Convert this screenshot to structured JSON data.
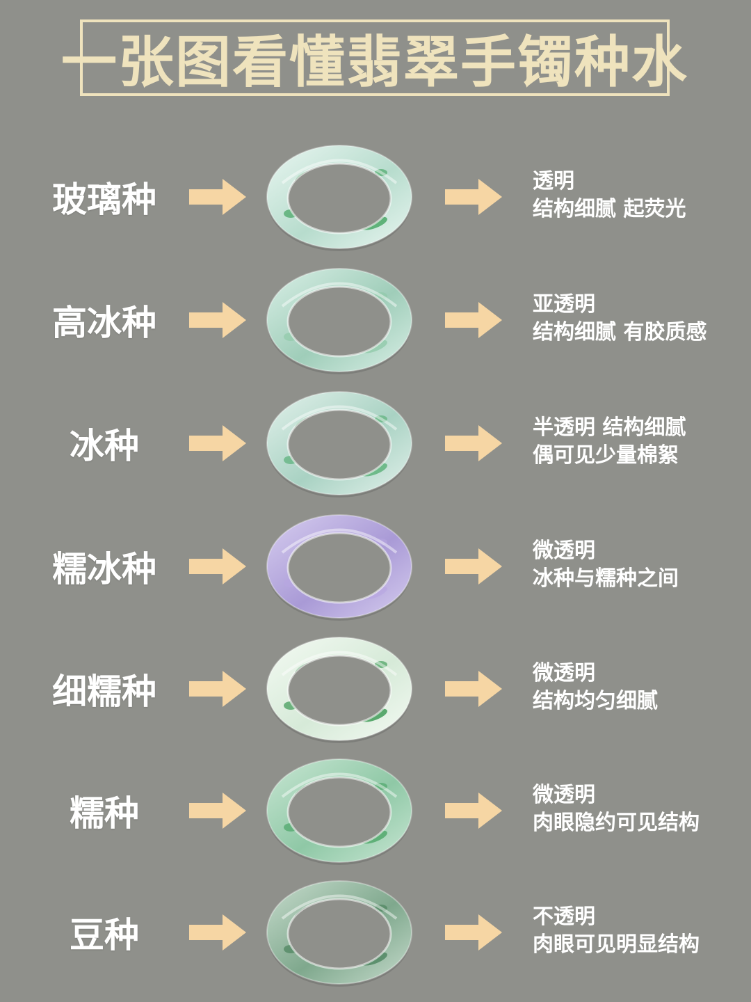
{
  "title": "一张图看懂翡翠手镯种水",
  "colors": {
    "background": "#8f908b",
    "title_accent": "#efe3bd",
    "arrow": "#f6d6a4",
    "text": "#ffffff"
  },
  "rows": [
    {
      "name": "玻璃种",
      "desc": [
        "透明",
        "结构细腻 起荧光"
      ],
      "bangle": {
        "base": "#b7dccd",
        "light": "#e9f6f1",
        "fleck": "#2f9a4e"
      }
    },
    {
      "name": "高冰种",
      "desc": [
        "亚透明",
        "结构细腻 有胶质感"
      ],
      "bangle": {
        "base": "#9fcdb9",
        "light": "#d9efe6",
        "fleck": "#8cc8a5"
      }
    },
    {
      "name": "冰种",
      "desc": [
        "半透明 结构细腻",
        "偶可见少量棉絮"
      ],
      "bangle": {
        "base": "#a9d2c3",
        "light": "#e2f1eb",
        "fleck": "#4aa96a"
      }
    },
    {
      "name": "糯冰种",
      "desc": [
        "微透明",
        "冰种与糯种之间"
      ],
      "bangle": {
        "base": "#a99ad6",
        "light": "#d6cdef",
        "fleck": "#b8a7e1"
      }
    },
    {
      "name": "细糯种",
      "desc": [
        "微透明",
        "结构均匀细腻"
      ],
      "bangle": {
        "base": "#d6ead8",
        "light": "#f4faf3",
        "fleck": "#1f8a3c"
      }
    },
    {
      "name": "糯种",
      "desc": [
        "微透明",
        "肉眼隐约可见结构"
      ],
      "bangle": {
        "base": "#8fc8a6",
        "light": "#c8e6d3",
        "fleck": "#3e9f5b"
      }
    },
    {
      "name": "豆种",
      "desc": [
        "不透明",
        "肉眼可见明显结构"
      ],
      "bangle": {
        "base": "#7fa88d",
        "light": "#c7dccd",
        "fleck": "#3f7a52"
      }
    }
  ]
}
